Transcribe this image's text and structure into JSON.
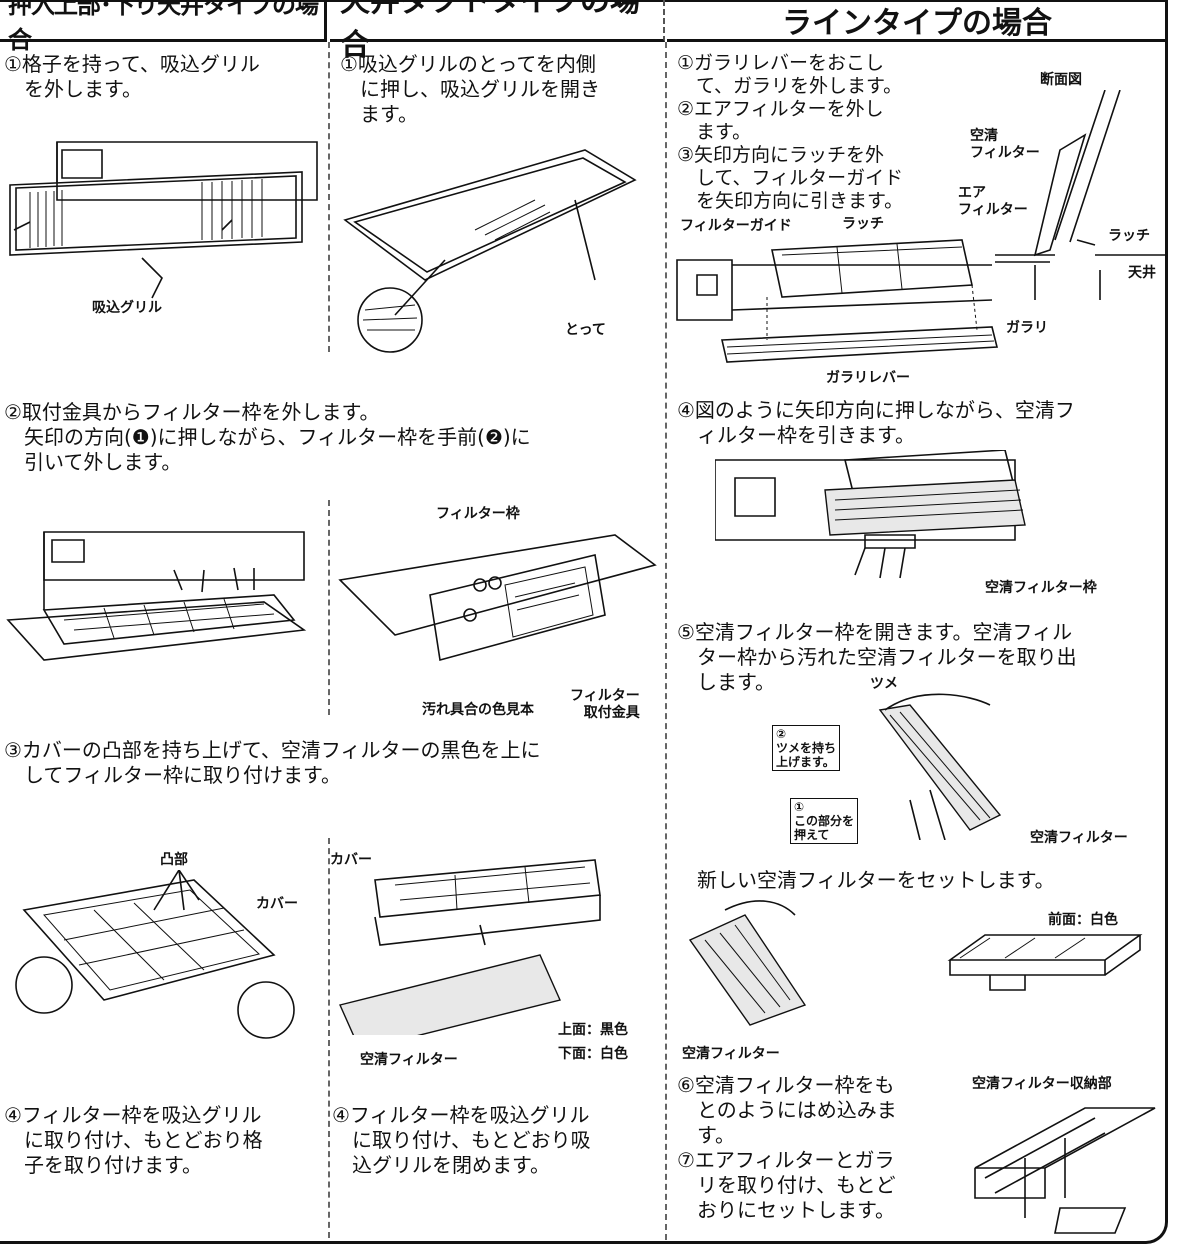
{
  "headers": {
    "col1": "押入上部･下り天井タイプの場合",
    "col2": "天井ダクトタイプの場合",
    "col3": "ラインタイプの場合"
  },
  "col1": {
    "step1": "①格子を持って、吸込グリル\n　を外します。",
    "label_grille": "吸込グリル",
    "step4": "④フィルター枠を吸込グリル\n　に取り付け、もとどおり格\n　子を取り付けます。"
  },
  "col2": {
    "step1": "①吸込グリルのとってを内側\n　に押し、吸込グリルを開き\n　ます。",
    "label_handle": "とって",
    "label_frame": "フィルター枠",
    "label_sample": "汚れ具合の色見本",
    "label_bracket": "フィルター\n取付金具",
    "label_cover": "カバー",
    "label_filter": "空清フィルター",
    "label_top": "上面：黒色",
    "label_bottom": "下面：白色",
    "step4": "④フィルター枠を吸込グリル\n　に取り付け、もとどおり吸\n　込グリルを閉めます。"
  },
  "shared": {
    "step2": "②取付金具からフィルター枠を外します。\n　矢印の方向(❶)に押しながら、フィルター枠を手前(❷)に\n　引いて外します。",
    "step3": "③カバーの凸部を持ち上げて、空清フィルターの黒色を上に\n　してフィルター枠に取り付けます。",
    "label_boss": "凸部",
    "label_cover": "カバー"
  },
  "col3": {
    "step1": "①ガラリレバーをおこし\n　て、ガラリを外します。\n②エアフィルターを外し\n　ます。\n③矢印方向にラッチを外\n　して、フィルターガイド\n　を矢印方向に引きます。",
    "label_section": "断面図",
    "label_clean_filter": "空清\nフィルター",
    "label_air_filter": "エア\nフィルター",
    "label_latch": "ラッチ",
    "label_ceiling": "天井",
    "label_guide": "フィルターガイド",
    "label_latch2": "ラッチ",
    "label_louver": "ガラリ",
    "label_lever": "ガラリレバー",
    "step4": "④図のように矢印方向に押しながら、空清フ\n　ィルター枠を引きます。",
    "label_clean_frame": "空清フィルター枠",
    "step5": "⑤空清フィルター枠を開きます。空清フィル\n　ター枠から汚れた空清フィルターを取り出\n　します。",
    "label_claw": "ツメ",
    "callout2": "②\nツメを持ち\n上げます。",
    "callout1": "①\nこの部分を\n押えて",
    "label_filter_a": "空清フィルター",
    "new_filter": "新しい空清フィルターをセットします。",
    "label_front": "前面：白色",
    "label_filter_b": "空清フィルター",
    "label_storage": "空清フィルター収納部",
    "step6": "⑥空清フィルター枠をも\n　とのようにはめ込みま\n　す。\n⑦エアフィルターとガラ\n　リを取り付け、もとど\n　おりにセットします。"
  }
}
